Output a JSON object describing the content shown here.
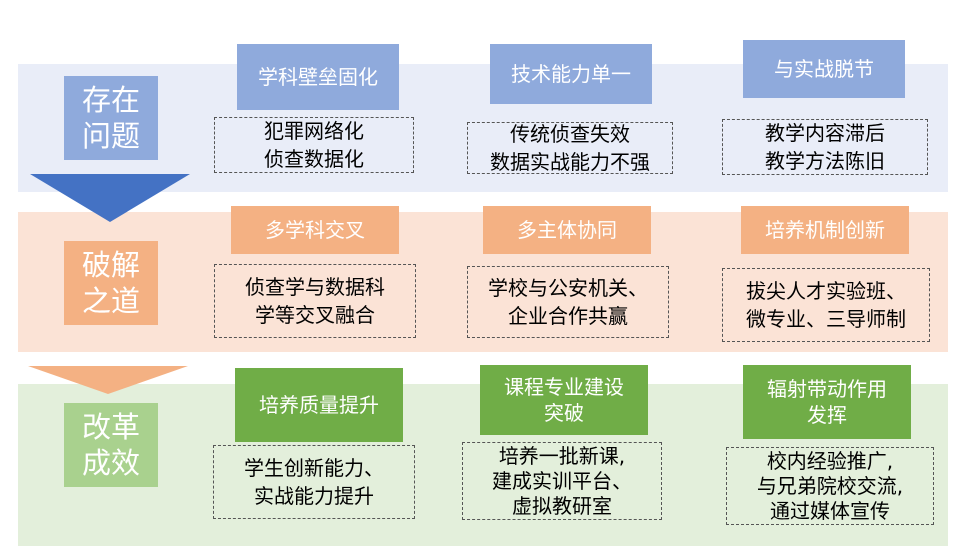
{
  "rows": [
    {
      "label": "存在\n问题",
      "cols": [
        {
          "head": "学科壁垒固化",
          "body": "犯罪网络化\n侦查数据化"
        },
        {
          "head": "技术能力单一",
          "body": "传统侦查失效\n数据实战能力不强"
        },
        {
          "head": "与实战脱节",
          "body": "教学内容滞后\n教学方法陈旧"
        }
      ]
    },
    {
      "label": "破解\n之道",
      "cols": [
        {
          "head": "多学科交叉",
          "body": "侦查学与数据科\n学等交叉融合"
        },
        {
          "head": "多主体协同",
          "body": "学校与公安机关、\n企业合作共赢"
        },
        {
          "head": "培养机制创新",
          "body": "拔尖人才实验班、\n微专业、三导师制"
        }
      ]
    },
    {
      "label": "改革\n成效",
      "cols": [
        {
          "head": "培养质量提升",
          "body": "学生创新能力、\n实战能力提升"
        },
        {
          "head": "课程专业建设\n突破",
          "body": "培养一批新课,\n建成实训平台、\n虚拟教研室"
        },
        {
          "head": "辐射带动作用\n发挥",
          "body": "校内经验推广,\n与兄弟院校交流,\n通过媒体宣传"
        }
      ]
    }
  ]
}
